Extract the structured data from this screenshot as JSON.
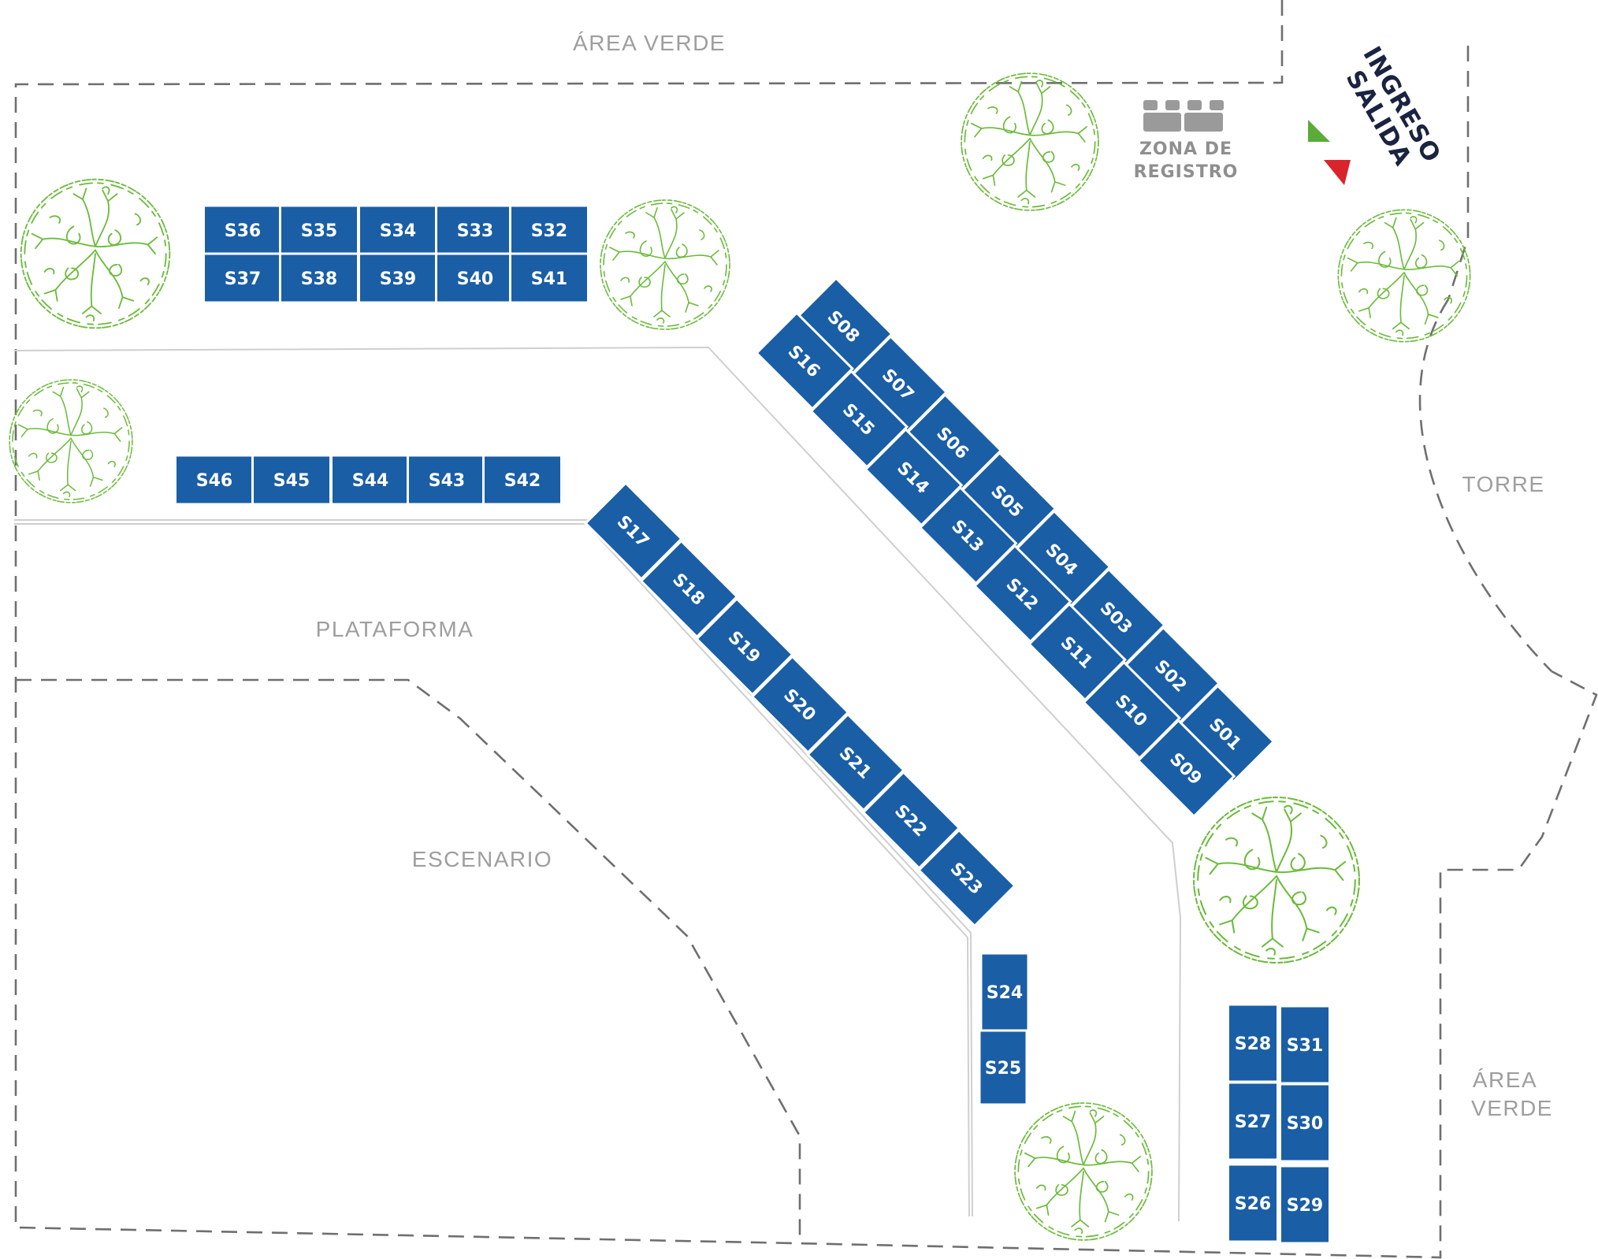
{
  "labels": {
    "area_verde_top": "ÁREA VERDE",
    "area_verde_right_line1": "ÁREA",
    "area_verde_right_line2": "VERDE",
    "torre": "TORRE",
    "plataforma": "PLATAFORMA",
    "escenario": "ESCENARIO",
    "zona_registro_line1": "ZONA DE",
    "zona_registro_line2": "REGISTRO",
    "ingreso": "INGRESO",
    "salida": "SALIDA"
  },
  "colors": {
    "stand": "#1a5ea6",
    "tree": "#6cbb3c",
    "label": "#9e9e9e",
    "ingreso": "#1a2340",
    "entry_arrow": "#5aab38",
    "exit_arrow": "#d9242b",
    "boundary": "#6f6f6f",
    "path_line": "#cfcfcf",
    "registration": "#9a9a9a"
  },
  "icons": {
    "tree": "tree-icon",
    "entry_arrow": "green-triangle-icon",
    "exit_arrow": "red-triangle-icon",
    "registration_desks": "registration-desk-icon"
  },
  "stands": {
    "row_top_upper": [
      "S36",
      "S35",
      "S34",
      "S33",
      "S32"
    ],
    "row_top_lower": [
      "S37",
      "S38",
      "S39",
      "S40",
      "S41"
    ],
    "row_middle": [
      "S46",
      "S45",
      "S44",
      "S43",
      "S42"
    ],
    "diagonal_outer": [
      "S08",
      "S07",
      "S06",
      "S05",
      "S04",
      "S03",
      "S02",
      "S01"
    ],
    "diagonal_inner": [
      "S16",
      "S15",
      "S14",
      "S13",
      "S12",
      "S11",
      "S10",
      "S09"
    ],
    "diagonal_center": [
      "S17",
      "S18",
      "S19",
      "S20",
      "S21",
      "S22",
      "S23"
    ],
    "column_small": [
      "S24",
      "S25"
    ],
    "block_left_column": [
      "S28",
      "S27",
      "S26"
    ],
    "block_right_column": [
      "S31",
      "S30",
      "S29"
    ]
  }
}
